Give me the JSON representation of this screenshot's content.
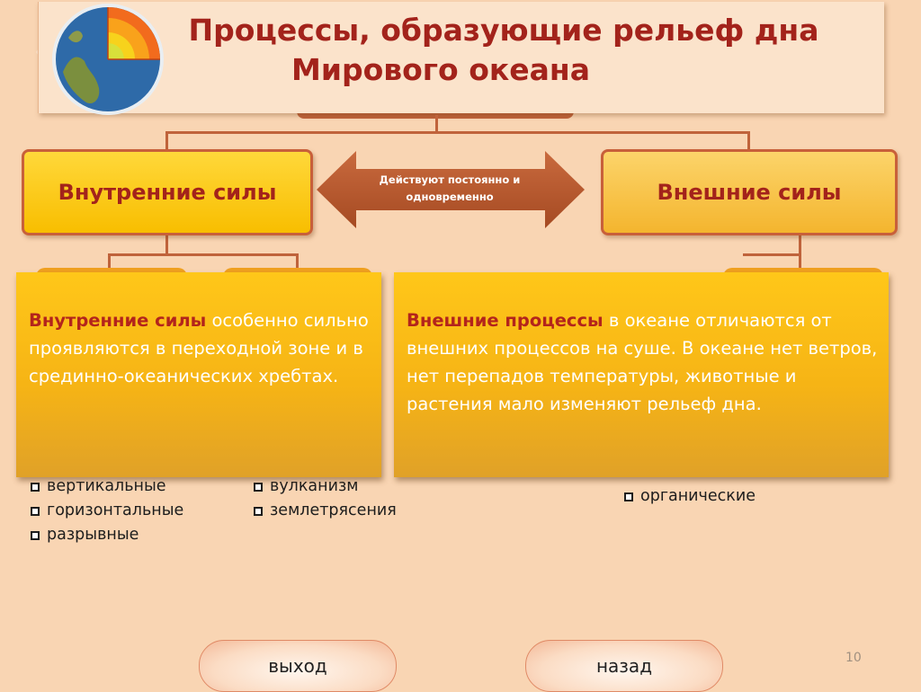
{
  "title": "Процессы, образующие рельеф дна Мирового океана",
  "title_lines": [
    "Процессы, образующие рельеф дна",
    "Мирового океана"
  ],
  "left_force": "Внутренние силы",
  "right_force": "Внешние силы",
  "arrow_lines": [
    "Действуют постоянно и",
    "одновременно"
  ],
  "left_info": {
    "highlight": "Внутренние  силы",
    "text": " особенно сильно проявляются в переходной зоне и в срединно-океанических хребтах."
  },
  "right_info": {
    "highlight": "Внешние процессы",
    "text": " в океане отличаются от внешних процессов на суше. В океане нет ветров, нет перепадов температуры, животные и растения мало изменяют рельеф дна."
  },
  "list_left_1": [
    "вертикальные",
    "горизонтальные",
    "разрывные"
  ],
  "list_left_2": [
    "вулканизм",
    "землетрясения"
  ],
  "list_right": [
    "органические"
  ],
  "buttons": {
    "exit": "выход",
    "back": "назад"
  },
  "page_number": "10",
  "colors": {
    "background": "#f9d5b3",
    "accent": "#c0633b",
    "title": "#a3231b",
    "box": "#ffc719"
  }
}
